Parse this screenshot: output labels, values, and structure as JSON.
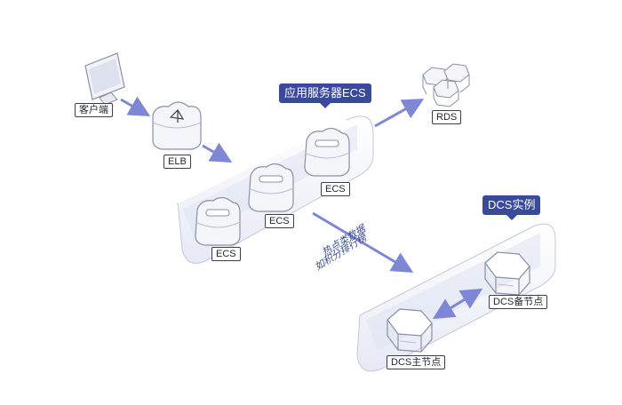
{
  "nodes": {
    "client": "客户端",
    "elb": "ELB",
    "rds": "RDS",
    "ecs_1": "ECS",
    "ecs_2": "ECS",
    "ecs_3": "ECS",
    "dcs_master": "DCS主节点",
    "dcs_standby": "DCS备节点"
  },
  "groups": {
    "ecs_group_title": "应用服务器ECS",
    "dcs_group_title": "DCS实例"
  },
  "annotation": {
    "line1": "热点类数据",
    "line2": "如积分排行榜"
  },
  "colors": {
    "accent": "#3a4a9a",
    "arrow": "#7d87d6",
    "platform": "#eef0f8",
    "node_fill": "#f4f5f9"
  }
}
